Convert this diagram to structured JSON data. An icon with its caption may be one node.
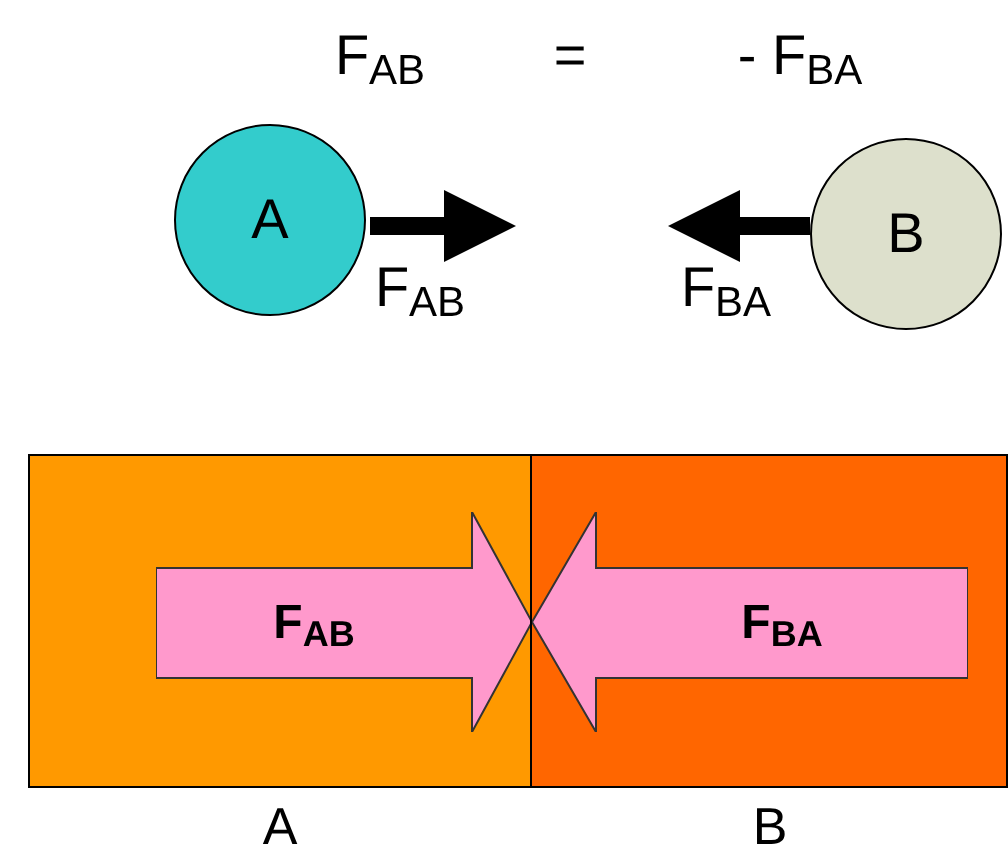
{
  "diagram": {
    "nodes": [
      {
        "text": [
          "A"
        ]
      },
      {
        "text": [
          "B"
        ]
      },
      {
        "text": [],
        "shape": "box",
        "beside": [
          "A"
        ]
      },
      {
        "text": [],
        "shape": "box",
        "beside": [
          "B"
        ]
      },
      {
        "text": [
          "F$_{AB}$"
        ],
        "in": 2
      },
      {
        "text": [
          "F$_{BA}$"
        ],
        "in": 3
      }
    ],
    "labels": [
      "F$_{AB}$",
      "=",
      "- F$_{BA}$",
      "F$_{AB}$",
      "F$_{BA}$"
    ]
  }
}
